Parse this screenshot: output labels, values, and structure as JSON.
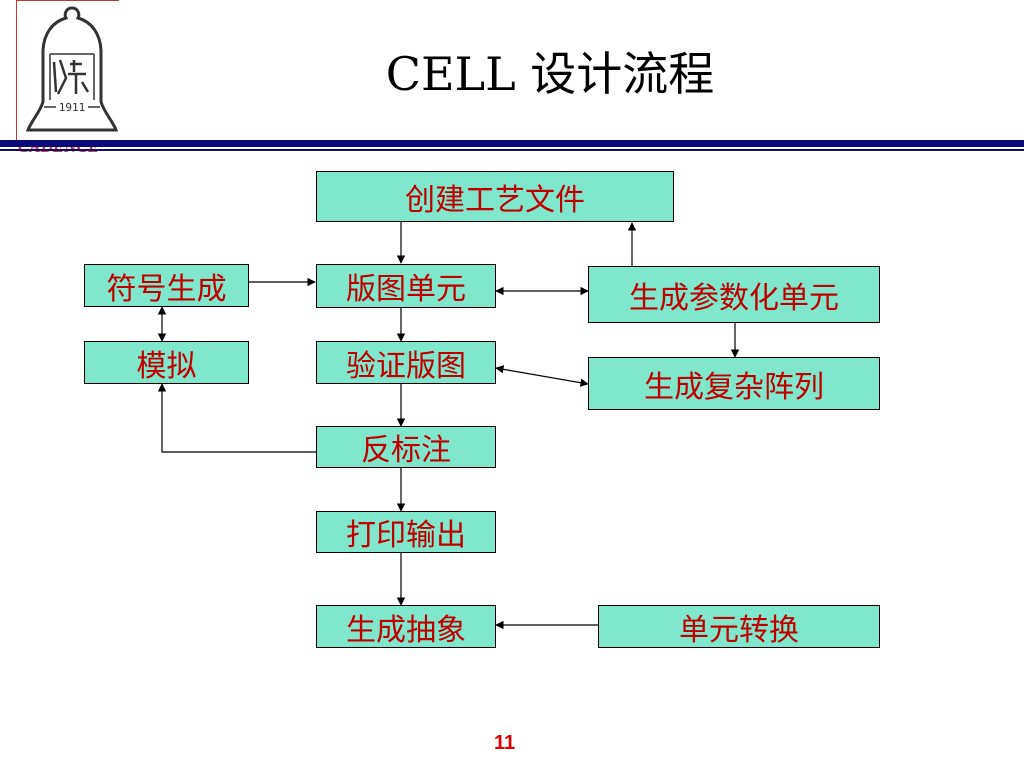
{
  "slide": {
    "title": "CELL 设计流程",
    "logo_text": "CADENCE",
    "logo_seal_text": "1911",
    "page_number": "11"
  },
  "flow": {
    "create_tech": "创建工艺文件",
    "symbol_gen": "符号生成",
    "layout_cell": "版图单元",
    "param_cell": "生成参数化单元",
    "simulate": "模拟",
    "verify": "验证版图",
    "complex_array": "生成复杂阵列",
    "back_annotate": "反标注",
    "plot": "打印输出",
    "abstract": "生成抽象",
    "cell_convert": "单元转换"
  },
  "colors": {
    "box_fill": "#80e6cc",
    "box_text": "#c00000",
    "rule": "#0a0a7a",
    "accent": "#c0392b"
  }
}
